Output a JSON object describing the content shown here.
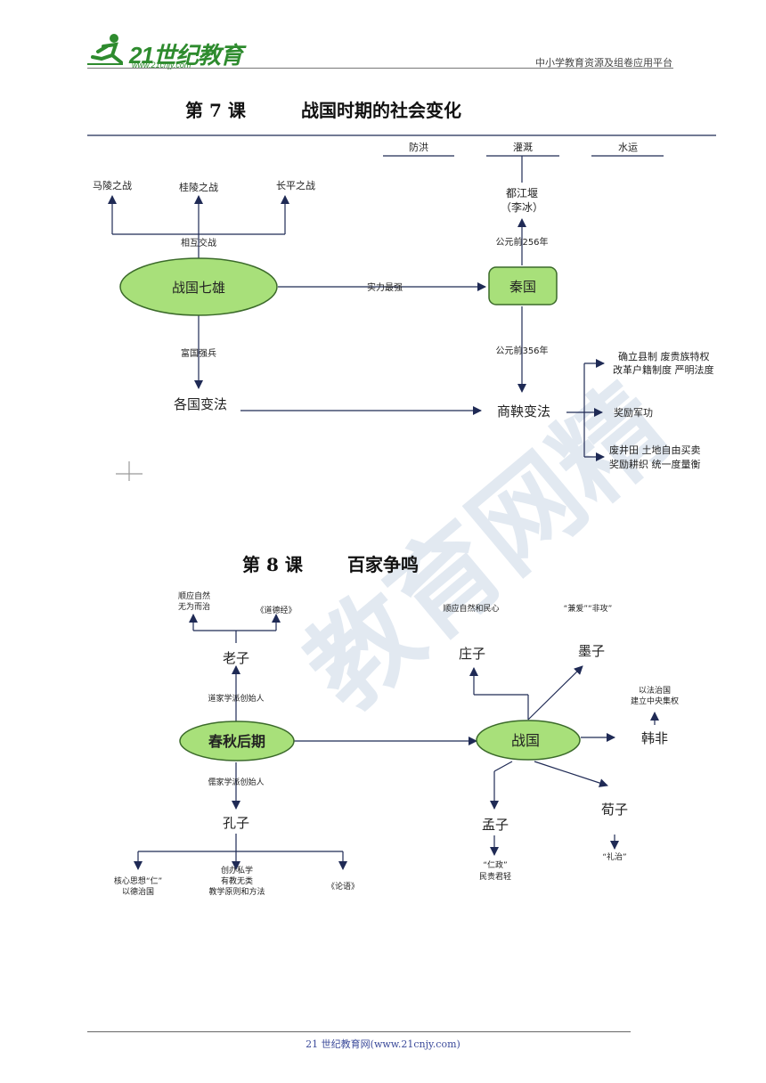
{
  "header": {
    "logo_text": "21世纪教育",
    "logo_url": "www.21cnjy.com",
    "right_text": "中小学教育资源及组卷应用平台"
  },
  "lesson7": {
    "number": "第 7 课",
    "title": "战国时期的社会变化",
    "nodes": {
      "warring_states": "战国七雄",
      "qin": "秦国",
      "reforms": "各国变法",
      "shangyang": "商鞅变法",
      "dujiangyan": "都江堰",
      "libing": "（李冰）",
      "flood": "防洪",
      "irrigation": "灌溉",
      "shipping": "水运",
      "malin": "马陵之战",
      "guiling": "桂陵之战",
      "changping": "长平之战",
      "mutual_war": "相互交战",
      "strongest": "实力最强",
      "rich_strong": "富国强兵",
      "bc256": "公元前256年",
      "bc356": "公元前356年",
      "county_line1": "确立县制  废贵族特权",
      "county_line2": "改革户籍制度  严明法度",
      "military": "奖励军功",
      "land_line1": "废井田  土地自由买卖",
      "land_line2": "奖励耕织  统一度量衡"
    }
  },
  "lesson8": {
    "number": "第 8 课",
    "title": "百家争鸣",
    "nodes": {
      "spring_autumn": "春秋后期",
      "warring": "战国",
      "laozi": "老子",
      "kongzi": "孔子",
      "zhuangzi": "庄子",
      "mozi": "墨子",
      "hanfei": "韩非",
      "mengzi": "孟子",
      "xunzi": "荀子",
      "daoist_founder": "道家学派创始人",
      "confucian_founder": "儒家学派创始人",
      "nature_line1": "顺应自然",
      "nature_line2": "无为而治",
      "daodejing": "《道德经》",
      "ren_line1": "核心思想“仁”",
      "ren_line2": "以德治国",
      "school_line1": "创办私学",
      "school_line2": "有教无类",
      "school_line3": "教学原则和方法",
      "lunyu": "《论语》",
      "nature_people": "顺应自然和民心",
      "jianai": "“兼爱”“非攻”",
      "law_line1": "以法治国",
      "law_line2": "建立中央集权",
      "renzheng": "“仁政”",
      "minguijunqing": "民贵君轻",
      "lizhi": "“礼治”"
    }
  },
  "watermark": "教育网精",
  "footer": "21 世纪教育网(www.21cnjy.com)",
  "colors": {
    "ellipse_fill": "#a8e07a",
    "ellipse_stroke": "#3b6a2a",
    "arrow": "#1f2a55",
    "footer_text": "#3b4a9a"
  }
}
